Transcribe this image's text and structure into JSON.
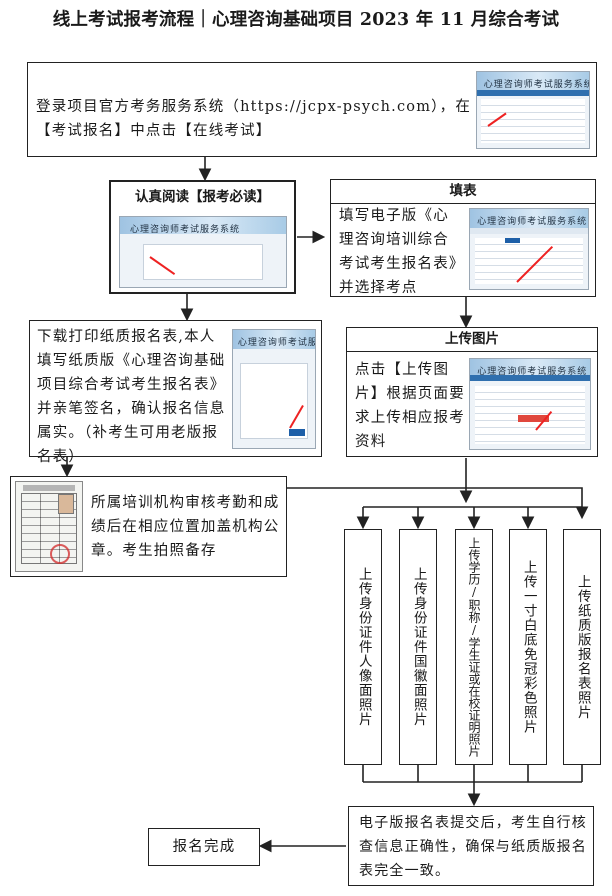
{
  "title": "线上考试报考流程｜心理咨询基础项目 2023 年 11 月综合考试",
  "steps": {
    "login": {
      "text": "登录项目官方考务服务系统（https://jcpx-psych.com），在【考试报名】中点击【在线考试】"
    },
    "read": {
      "header": "认真阅读【报考必读】"
    },
    "fill": {
      "header": "填表",
      "text": "填写电子版《心理咨询培训综合考试考生报名表》并选择考点"
    },
    "print": {
      "text": "下载打印纸质报名表,本人填写纸质版《心理咨询基础项目综合考试考生报名表》并亲笔签名，确认报名信息属实。（补考生可用老版报名表）"
    },
    "upload": {
      "header": "上传图片",
      "text": "点击【上传图片】根据页面要求上传相应报考资料"
    },
    "stamp": {
      "text": "所属培训机构审核考勤和成绩后在相应位置加盖机构公章。考生拍照备存"
    },
    "uploads": [
      {
        "label": "上传身份证件人像面照片"
      },
      {
        "label": "上传身份证件国徽面照片"
      },
      {
        "label": "上传学历/职称/学生证或在校证明照片"
      },
      {
        "label": "上传一寸白底免冠彩色照片"
      },
      {
        "label": "上传纸质版报名表照片"
      }
    ],
    "verify": {
      "text": "电子版报名表提交后，考生自行核查信息正确性，确保与纸质版报名表完全一致。"
    },
    "done": {
      "text": "报名完成"
    }
  },
  "screenshot_banner": "心理咨询师考试服务系统",
  "colors": {
    "line": "#222222",
    "nav": "#2f6fae",
    "accent": "#e22222"
  }
}
